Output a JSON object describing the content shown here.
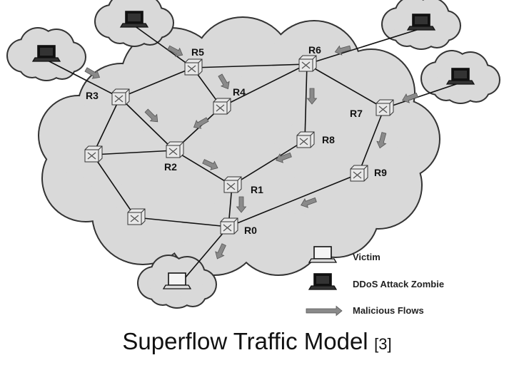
{
  "caption": {
    "title": "Superflow Traffic Model",
    "ref": "[3]"
  },
  "routers": [
    {
      "id": "R0",
      "label": "R0"
    },
    {
      "id": "R1",
      "label": "R1"
    },
    {
      "id": "R2",
      "label": "R2"
    },
    {
      "id": "R3",
      "label": "R3"
    },
    {
      "id": "R4",
      "label": "R4"
    },
    {
      "id": "R5",
      "label": "R5"
    },
    {
      "id": "R6",
      "label": "R6"
    },
    {
      "id": "R7",
      "label": "R7"
    },
    {
      "id": "R8",
      "label": "R8"
    },
    {
      "id": "R9",
      "label": "R9"
    },
    {
      "id": "RA",
      "label": ""
    },
    {
      "id": "RB",
      "label": ""
    }
  ],
  "links": [
    [
      "R3",
      "R5"
    ],
    [
      "R5",
      "R6"
    ],
    [
      "R5",
      "R4"
    ],
    [
      "R3",
      "R2"
    ],
    [
      "R3",
      "RA"
    ],
    [
      "RA",
      "R2"
    ],
    [
      "RA",
      "RB"
    ],
    [
      "RB",
      "R0"
    ],
    [
      "R4",
      "R2"
    ],
    [
      "R4",
      "R6"
    ],
    [
      "R6",
      "R7"
    ],
    [
      "R6",
      "R8"
    ],
    [
      "R2",
      "R1"
    ],
    [
      "R8",
      "R1"
    ],
    [
      "R7",
      "R9"
    ],
    [
      "R9",
      "R0"
    ],
    [
      "R1",
      "R0"
    ]
  ],
  "hosts": [
    {
      "name": "zombie-1",
      "type": "zombie",
      "router": "R5"
    },
    {
      "name": "zombie-2",
      "type": "zombie",
      "router": "R3"
    },
    {
      "name": "zombie-3",
      "type": "zombie",
      "router": "R6"
    },
    {
      "name": "zombie-4",
      "type": "zombie",
      "router": "R7"
    },
    {
      "name": "victim",
      "type": "victim",
      "router": "R0"
    }
  ],
  "legend": {
    "victim": "Victim",
    "zombie": "DDoS Attack Zombie",
    "flow": "Malicious Flows"
  },
  "colors": {
    "line": "#111111",
    "cloud_fill": "#d9d9d9",
    "cloud_stroke": "#333333",
    "arrow": "#8a8a8a",
    "router": "#cccccc"
  },
  "icons": {
    "router": "router-icon",
    "victim": "victim-laptop-icon",
    "zombie": "zombie-laptop-icon",
    "flow": "flow-arrow-icon"
  }
}
